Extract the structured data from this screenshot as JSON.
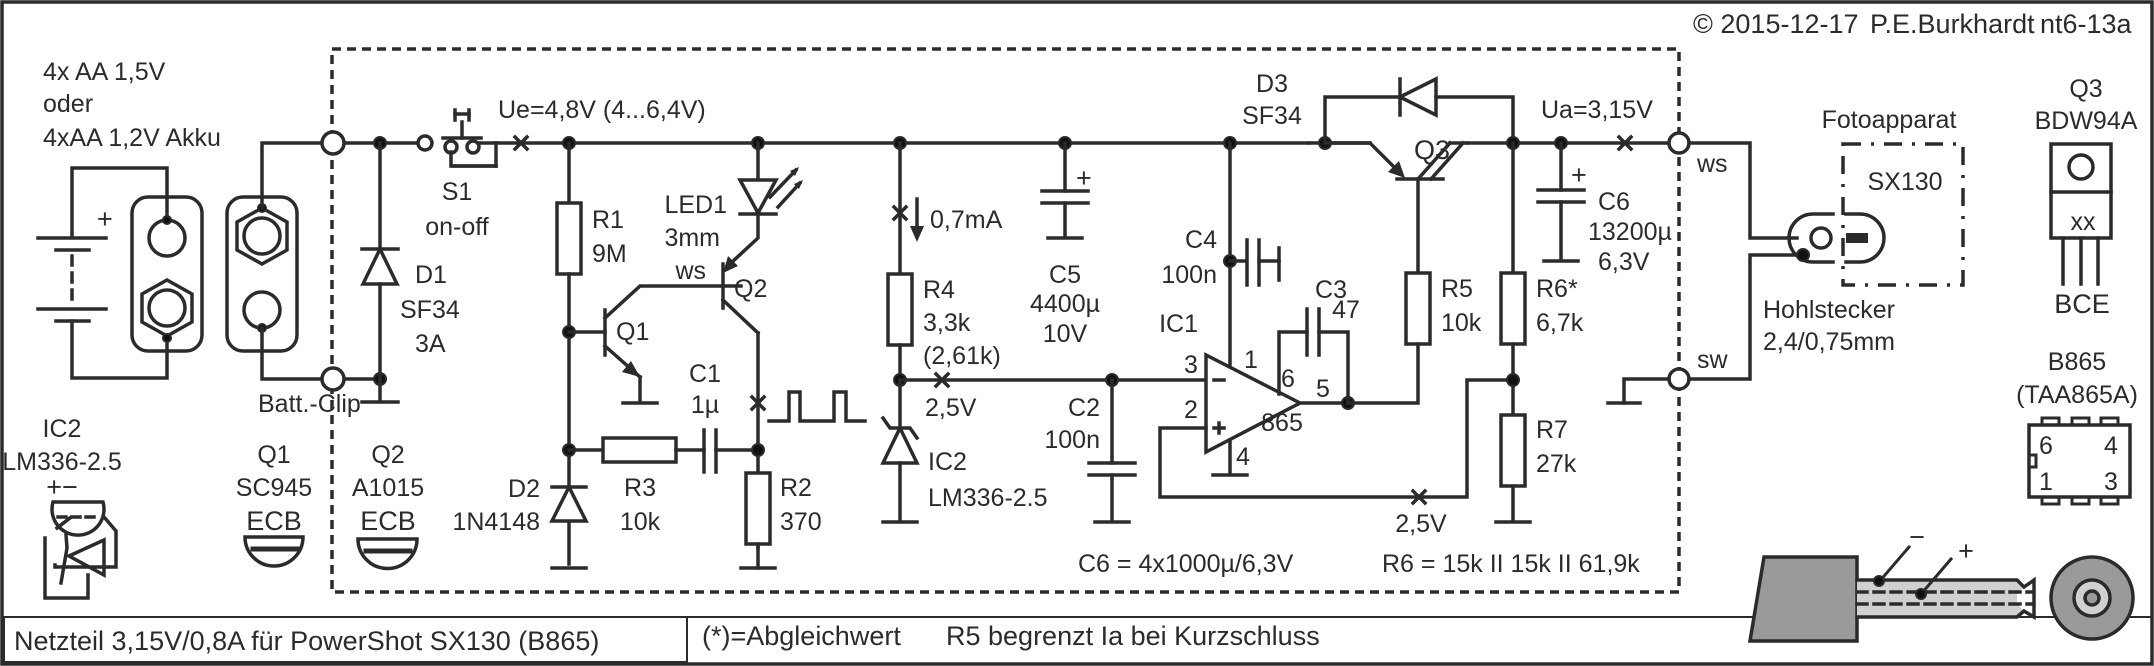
{
  "title": "Netzteil 3,15V/0,8A für PowerShot SX130 (B865)",
  "copyright": {
    "prefix": "© 2015-12-17",
    "author": "P.E.Burkhardt",
    "doc_id": "nt6-13a"
  },
  "notes": {
    "trim": "(*)=Abgleichwert",
    "r5": "R5 begrenzt Ia bei Kurzschluss",
    "c6": "C6 = 4x1000µ/6,3V",
    "r6": "R6 = 15k II 15k II 61,9k"
  },
  "battery": {
    "line1": "4x AA 1,5V",
    "line2": "oder",
    "line3": "4xAA 1,2V Akku",
    "plus": "+",
    "clip": "Batt.-Clip"
  },
  "nodes": {
    "ue": "Ue=4,8V (4...6,4V)",
    "ua": "Ua=3,15V",
    "current": "0,7mA",
    "vref": "2,5V",
    "vfb": "2,5V",
    "ws": "ws",
    "sw": "sw"
  },
  "components": {
    "s1": {
      "name": "S1",
      "value": "on-off"
    },
    "d1": {
      "name": "D1",
      "value": "SF34",
      "extra": "3A"
    },
    "r1": {
      "name": "R1",
      "value": "9M"
    },
    "led1": {
      "name": "LED1",
      "value": "3mm",
      "extra": "ws"
    },
    "q1": {
      "name": "Q1"
    },
    "q2": {
      "name": "Q2"
    },
    "c1": {
      "name": "C1",
      "value": "1µ"
    },
    "d2": {
      "name": "D2",
      "value": "1N4148"
    },
    "r3": {
      "name": "R3",
      "value": "10k"
    },
    "r2": {
      "name": "R2",
      "value": "370"
    },
    "r4": {
      "name": "R4",
      "value": "3,3k",
      "extra": "(2,61k)"
    },
    "ic2": {
      "name": "IC2",
      "value": "LM336-2.5"
    },
    "c5": {
      "name": "C5",
      "value": "4400µ",
      "extra": "10V"
    },
    "c2": {
      "name": "C2",
      "value": "100n"
    },
    "c4": {
      "name": "C4",
      "value": "100n"
    },
    "ic1": {
      "name": "IC1",
      "value": "865",
      "pins": [
        "1",
        "2",
        "3",
        "4",
        "5",
        "6"
      ]
    },
    "c3": {
      "name": "C3",
      "value": "47"
    },
    "d3": {
      "name": "D3",
      "value": "SF34"
    },
    "q3": {
      "name": "Q3"
    },
    "r5": {
      "name": "R5",
      "value": "10k"
    },
    "r6": {
      "name": "R6*",
      "value": "6,7k"
    },
    "r7": {
      "name": "R7",
      "value": "27k"
    },
    "c6": {
      "name": "C6",
      "value": "13200µ",
      "extra": "6,3V"
    }
  },
  "camera": {
    "label": "Fotoapparat",
    "model": "SX130",
    "plug": "Hohlstecker",
    "plug_size": "2,4/0,75mm"
  },
  "pinouts": {
    "ic2": {
      "name": "IC2",
      "type": "LM336-2.5",
      "pins": "+−"
    },
    "q1": {
      "name": "Q1",
      "type": "SC945",
      "pins": "ECB"
    },
    "q2": {
      "name": "Q2",
      "type": "A1015",
      "pins": "ECB"
    },
    "q3": {
      "name": "Q3",
      "type": "BDW94A",
      "mark": "xx",
      "pins": "BCE"
    },
    "b865": {
      "name": "B865",
      "type": "(TAA865A)",
      "pins": [
        "6",
        "4",
        "1",
        "3"
      ]
    }
  },
  "plug_drawing": {
    "minus": "−",
    "plus": "+"
  }
}
